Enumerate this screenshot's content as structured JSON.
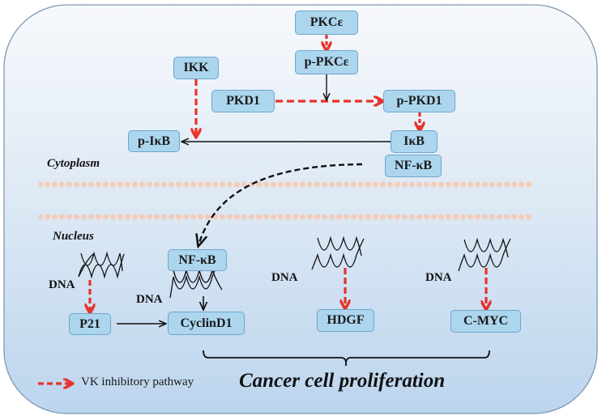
{
  "diagram": {
    "type": "signaling-pathway",
    "colors": {
      "background_top": "#f7f9fc",
      "background_bottom": "#bcd6ee",
      "box_fill": "#acd6ee",
      "box_border": "#6ea6cb",
      "inhibitory_arrow": "#e8322a",
      "normal_arrow": "#111111",
      "membrane": "#f7c9b4"
    },
    "regions": {
      "cytoplasm": "Cytoplasm",
      "nucleus": "Nucleus"
    },
    "nodes": {
      "pkce": "PKCε",
      "p_pkce": "p-PKCε",
      "ikk": "IKK",
      "pkd1": "PKD1",
      "p_pkd1": "p-PKD1",
      "ikb": "IκB",
      "nfkb_cyto": "NF-κB",
      "p_ikb": "p-IκB",
      "nfkb_nuc": "NF-κB",
      "p21": "P21",
      "cyclind1": "CyclinD1",
      "hdgf": "HDGF",
      "cmyc": "C-MYC"
    },
    "dna_labels": [
      "DNA",
      "DNA",
      "DNA",
      "DNA"
    ],
    "edges": [
      {
        "from": "PKCε",
        "to": "p-PKCε",
        "style": "inhibitory"
      },
      {
        "from": "p-PKCε",
        "to": "PKD1→p-PKD1",
        "style": "normal"
      },
      {
        "from": "PKD1",
        "to": "p-PKD1",
        "style": "inhibitory"
      },
      {
        "from": "p-PKD1",
        "to": "IκB",
        "style": "inhibitory"
      },
      {
        "from": "IKK",
        "to": "p-IκB",
        "style": "inhibitory"
      },
      {
        "from": "IκB",
        "to": "p-IκB",
        "style": "normal"
      },
      {
        "from": "NF-κB (cytoplasm)",
        "to": "NF-κB (nucleus)",
        "style": "translocation"
      },
      {
        "from": "NF-κB (nucleus) / DNA",
        "to": "CyclinD1",
        "style": "normal"
      },
      {
        "from": "DNA",
        "to": "P21",
        "style": "inhibitory"
      },
      {
        "from": "P21",
        "to": "CyclinD1",
        "style": "normal"
      },
      {
        "from": "DNA",
        "to": "HDGF",
        "style": "inhibitory"
      },
      {
        "from": "DNA",
        "to": "C-MYC",
        "style": "inhibitory"
      }
    ],
    "outcome": "Cancer cell proliferation",
    "legend": {
      "inhibitory_label": "VK inhibitory pathway"
    }
  }
}
